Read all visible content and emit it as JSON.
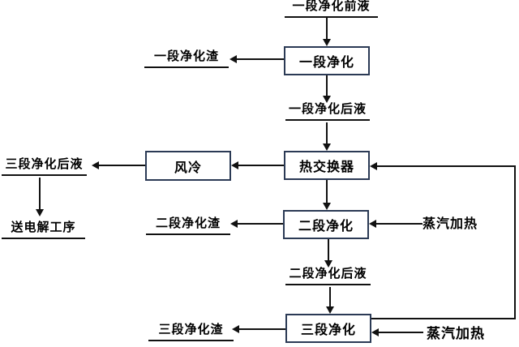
{
  "diagram": {
    "boxes": {
      "stage1": "一段净化",
      "heat_exchanger": "热交换器",
      "air_cooling": "风冷",
      "stage2": "二段净化",
      "stage3": "三段净化"
    },
    "labels": {
      "stage1_feed": "一段净化前液",
      "stage1_residue": "一段净化渣",
      "stage1_out": "一段净化后液",
      "stage3_out": "三段净化后液",
      "to_electrolysis": "送电解工序",
      "stage2_residue": "二段净化渣",
      "stage2_out": "二段净化后液",
      "stage3_residue": "三段净化渣",
      "steam_heat_upper": "蒸汽加热",
      "steam_heat_lower": "蒸汽加热"
    },
    "flows": [
      {
        "from": "一段净化前液",
        "to": "一段净化"
      },
      {
        "from": "一段净化",
        "to": "一段净化渣"
      },
      {
        "from": "一段净化",
        "to": "一段净化后液"
      },
      {
        "from": "一段净化后液",
        "to": "热交换器"
      },
      {
        "from": "三段净化",
        "to": "热交换器"
      },
      {
        "from": "热交换器",
        "to": "风冷"
      },
      {
        "from": "风冷",
        "to": "三段净化后液"
      },
      {
        "from": "三段净化后液",
        "to": "送电解工序"
      },
      {
        "from": "热交换器",
        "to": "二段净化"
      },
      {
        "from": "蒸汽加热",
        "to": "二段净化"
      },
      {
        "from": "二段净化",
        "to": "二段净化渣"
      },
      {
        "from": "二段净化",
        "to": "二段净化后液"
      },
      {
        "from": "二段净化后液",
        "to": "三段净化"
      },
      {
        "from": "蒸汽加热",
        "to": "三段净化"
      },
      {
        "from": "三段净化",
        "to": "三段净化渣"
      }
    ],
    "colors": {
      "box_border": "#2b3a55",
      "line": "#111111",
      "text": "#000000",
      "background": "#ffffff"
    }
  }
}
